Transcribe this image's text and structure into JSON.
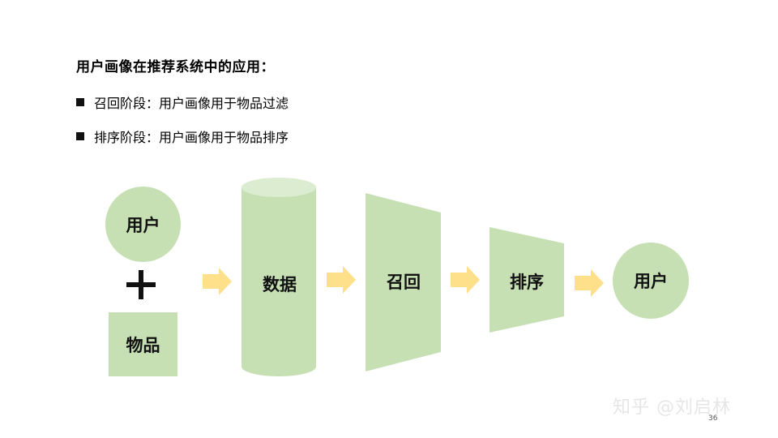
{
  "title": "用户画像在推荐系统中的应用：",
  "bullets": [
    "召回阶段：用户画像用于物品过滤",
    "排序阶段：用户画像用于物品排序"
  ],
  "diagram": {
    "input_user": "用户",
    "input_item": "物品",
    "data": "数据",
    "recall": "召回",
    "rank": "排序",
    "output_user": "用户"
  },
  "colors": {
    "shape_fill": "#c6e0b4",
    "cylinder_top": "#dcecd0",
    "arrow": "#ffe08a"
  },
  "page_number": "36",
  "watermark": "知乎 @刘启林"
}
